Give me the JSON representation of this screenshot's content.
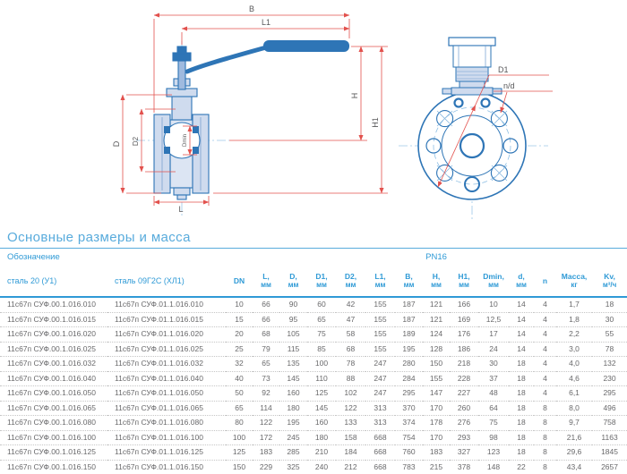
{
  "drawing": {
    "side_view_labels": {
      "b": "B",
      "l1": "L1",
      "h": "H",
      "h1": "H1",
      "d": "D",
      "d2": "D2",
      "dmin": "Dmin",
      "l": "L"
    },
    "front_view_labels": {
      "d1": "D1",
      "nd": "n/d"
    },
    "colors": {
      "outline": "#2e75b6",
      "fill": "#cfdbee",
      "dimension": "#e2514d",
      "label": "#58585a",
      "centerline": "#9cc7e8"
    }
  },
  "table": {
    "title": "Основные размеры и масса",
    "group_headers": {
      "designation": "Обозначение",
      "pn": "PN16"
    },
    "columns": [
      {
        "label": "сталь 20 (У1)",
        "unit": ""
      },
      {
        "label": "сталь 09Г2С (ХЛ1)",
        "unit": ""
      },
      {
        "label": "DN",
        "unit": ""
      },
      {
        "label": "L,",
        "unit": "мм"
      },
      {
        "label": "D,",
        "unit": "мм"
      },
      {
        "label": "D1,",
        "unit": "мм"
      },
      {
        "label": "D2,",
        "unit": "мм"
      },
      {
        "label": "L1,",
        "unit": "мм"
      },
      {
        "label": "B,",
        "unit": "мм"
      },
      {
        "label": "H,",
        "unit": "мм"
      },
      {
        "label": "H1,",
        "unit": "мм"
      },
      {
        "label": "Dmin,",
        "unit": "мм"
      },
      {
        "label": "d,",
        "unit": "мм"
      },
      {
        "label": "n",
        "unit": ""
      },
      {
        "label": "Масса,",
        "unit": "кг"
      },
      {
        "label": "Kv,",
        "unit": "м³/ч"
      }
    ],
    "rows": [
      [
        "11с67п СУФ.00.1.016.010",
        "11с67п СУФ.01.1.016.010",
        "10",
        "66",
        "90",
        "60",
        "42",
        "155",
        "187",
        "121",
        "166",
        "10",
        "14",
        "4",
        "1,7",
        "18"
      ],
      [
        "11с67п СУФ.00.1.016.015",
        "11с67п СУФ.01.1.016.015",
        "15",
        "66",
        "95",
        "65",
        "47",
        "155",
        "187",
        "121",
        "169",
        "12,5",
        "14",
        "4",
        "1,8",
        "30"
      ],
      [
        "11с67п СУФ.00.1.016.020",
        "11с67п СУФ.01.1.016.020",
        "20",
        "68",
        "105",
        "75",
        "58",
        "155",
        "189",
        "124",
        "176",
        "17",
        "14",
        "4",
        "2,2",
        "55"
      ],
      [
        "11с67п СУФ.00.1.016.025",
        "11с67п СУФ.01.1.016.025",
        "25",
        "79",
        "115",
        "85",
        "68",
        "155",
        "195",
        "128",
        "186",
        "24",
        "14",
        "4",
        "3,0",
        "78"
      ],
      [
        "11с67п СУФ.00.1.016.032",
        "11с67п СУФ.01.1.016.032",
        "32",
        "65",
        "135",
        "100",
        "78",
        "247",
        "280",
        "150",
        "218",
        "30",
        "18",
        "4",
        "4,0",
        "132"
      ],
      [
        "11с67п СУФ.00.1.016.040",
        "11с67п СУФ.01.1.016.040",
        "40",
        "73",
        "145",
        "110",
        "88",
        "247",
        "284",
        "155",
        "228",
        "37",
        "18",
        "4",
        "4,6",
        "230"
      ],
      [
        "11с67п СУФ.00.1.016.050",
        "11с67п СУФ.01.1.016.050",
        "50",
        "92",
        "160",
        "125",
        "102",
        "247",
        "295",
        "147",
        "227",
        "48",
        "18",
        "4",
        "6,1",
        "295"
      ],
      [
        "11с67п СУФ.00.1.016.065",
        "11с67п СУФ.01.1.016.065",
        "65",
        "114",
        "180",
        "145",
        "122",
        "313",
        "370",
        "170",
        "260",
        "64",
        "18",
        "8",
        "8,0",
        "496"
      ],
      [
        "11с67п СУФ.00.1.016.080",
        "11с67п СУФ.01.1.016.080",
        "80",
        "122",
        "195",
        "160",
        "133",
        "313",
        "374",
        "178",
        "276",
        "75",
        "18",
        "8",
        "9,7",
        "758"
      ],
      [
        "11с67п СУФ.00.1.016.100",
        "11с67п СУФ.01.1.016.100",
        "100",
        "172",
        "245",
        "180",
        "158",
        "668",
        "754",
        "170",
        "293",
        "98",
        "18",
        "8",
        "21,6",
        "1163"
      ],
      [
        "11с67п СУФ.00.1.016.125",
        "11с67п СУФ.01.1.016.125",
        "125",
        "183",
        "285",
        "210",
        "184",
        "668",
        "760",
        "183",
        "327",
        "123",
        "18",
        "8",
        "29,6",
        "1845"
      ],
      [
        "11с67п СУФ.00.1.016.150",
        "11с67п СУФ.01.1.016.150",
        "150",
        "229",
        "325",
        "240",
        "212",
        "668",
        "783",
        "215",
        "378",
        "148",
        "22",
        "8",
        "43,4",
        "2657"
      ]
    ]
  }
}
